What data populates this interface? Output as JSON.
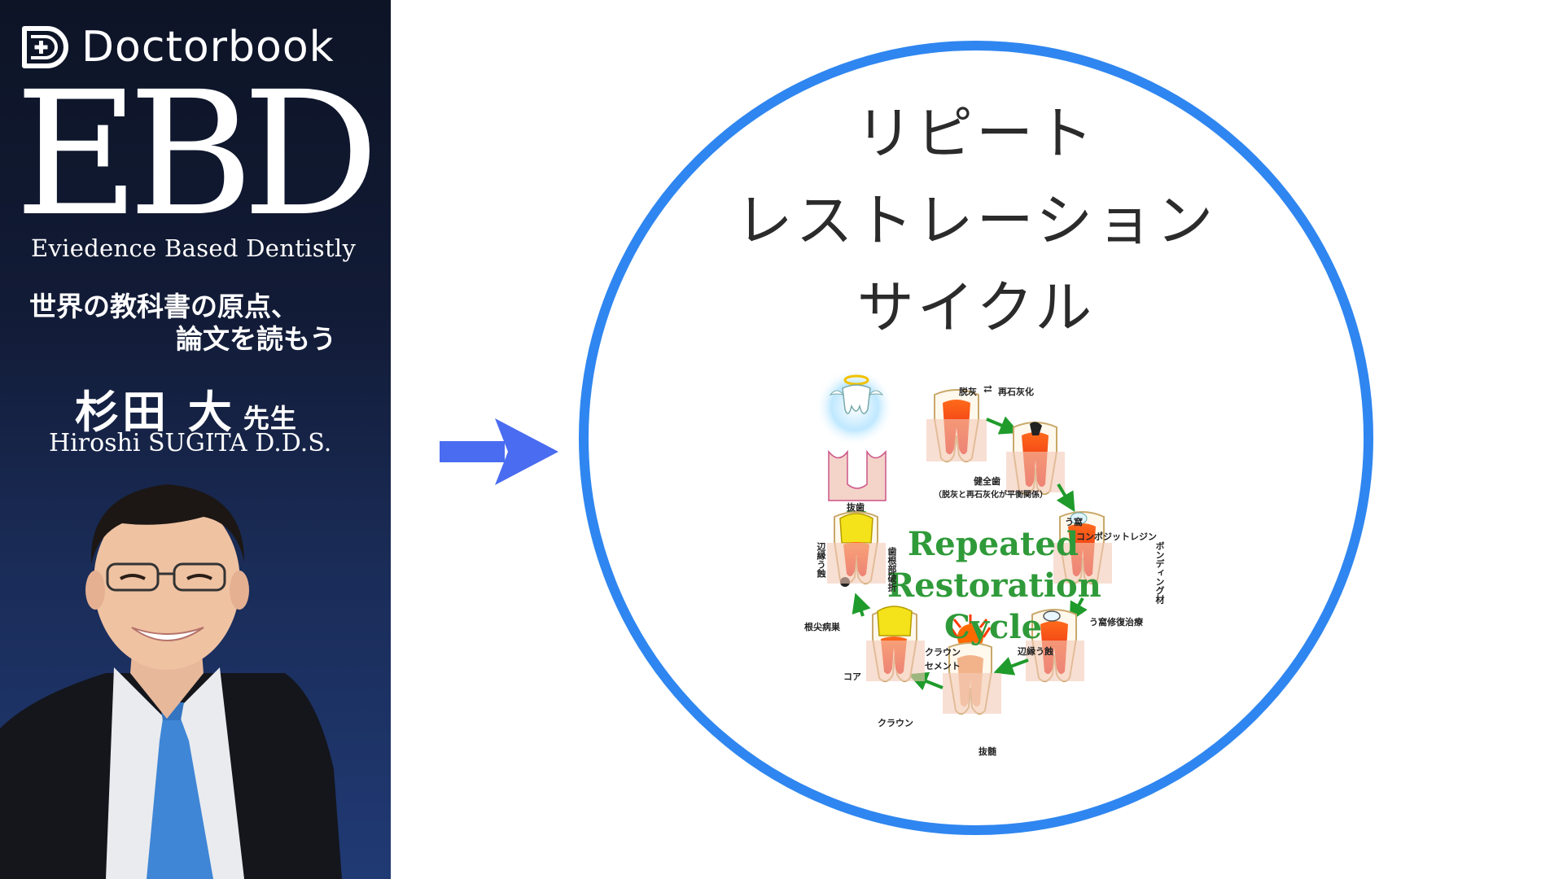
{
  "sidebar": {
    "brand_name": "Doctorbook",
    "series_title": "EBD",
    "series_subtitle": "Eviedence Based Dentistly",
    "tagline_line1": "世界の教科書の原点、",
    "tagline_line2": "論文を読もう",
    "speaker_name": "杉田 大",
    "speaker_honorific": "先生",
    "speaker_name_en": "Hiroshi SUGITA D.D.S."
  },
  "slide": {
    "title_lines": [
      "リピート",
      "レストレーション",
      "サイクル"
    ],
    "diagram": {
      "center_lines": [
        "Repeated",
        "Restoration",
        "Cycle"
      ],
      "labels": {
        "demineral": "脱灰",
        "remineral": "再石灰化",
        "healthy": "健全歯",
        "healthy_note": "（脱灰と再石灰化が平衡関係）",
        "caries": "う窩",
        "composite": "コンポジットレジン",
        "bonding": "ボンディング材",
        "caries_restoration": "う窩修復治療",
        "marginal_caries_right": "辺縁う蝕",
        "pulpectomy": "抜髄",
        "crown": "クラウン",
        "crown_label": "クラウン",
        "cement": "セメント",
        "core": "コア",
        "apical_lesion": "根尖病巣",
        "marginal_caries_left": "辺縁う蝕",
        "root_fracture": "歯根部破折",
        "extraction": "抜歯"
      }
    }
  },
  "colors": {
    "circle_border": "#2f86f0",
    "arrow": "#4a6cf0",
    "diagram_text": "#2f9a39",
    "sidebar_bg": "#121b36"
  }
}
